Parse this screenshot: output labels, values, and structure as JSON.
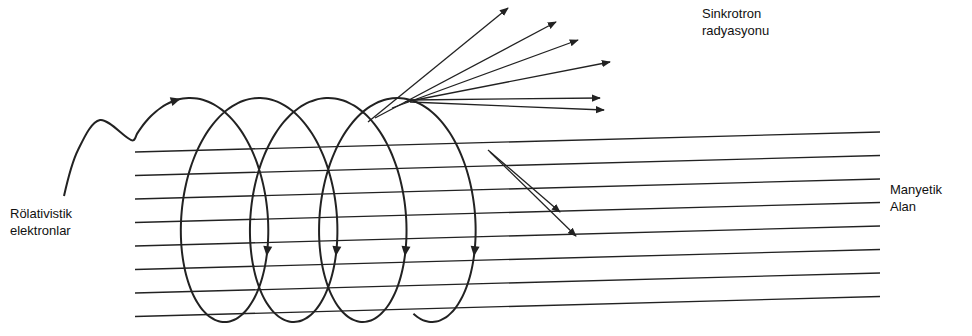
{
  "diagram": {
    "labels": [
      "Sinkrotron radyasyonu",
      "Manyetik Alan",
      "Rölativistik elektronlar"
    ]
  }
}
